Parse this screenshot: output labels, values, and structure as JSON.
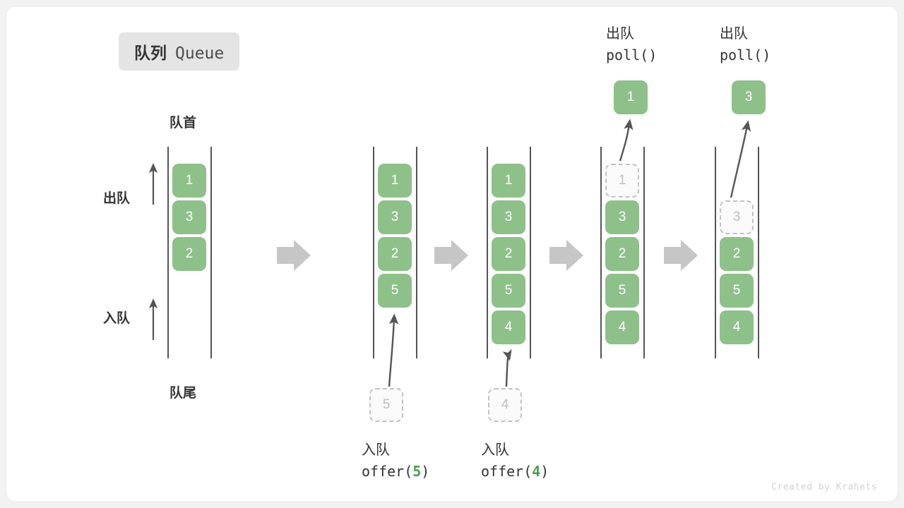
{
  "title": {
    "cn": "队列",
    "en": "Queue"
  },
  "labels": {
    "head": "队首",
    "tail": "队尾",
    "dequeue": "出队",
    "enqueue": "入队"
  },
  "colors": {
    "element_fill": "#8ec08a",
    "element_text": "#ffffff",
    "ghost_fill": "#fafafa",
    "ghost_border": "#c2c2c2",
    "ghost_text": "#bfbfbf",
    "rail": "#555555",
    "step_arrow": "#c6c6c6",
    "badge_bg": "#e4e4e4",
    "accent_number": "#4a9e50",
    "text": "#333333",
    "card_bg": "#ffffff",
    "page_bg": "#f2f2f2"
  },
  "columns": [
    {
      "id": "initial",
      "caption_cn": "",
      "caption_code": "",
      "cells": [
        {
          "value": "1",
          "state": "filled"
        },
        {
          "value": "3",
          "state": "filled"
        },
        {
          "value": "2",
          "state": "filled"
        }
      ],
      "popped": null,
      "incoming": null
    },
    {
      "id": "after-offer-5",
      "caption_cn": "入队",
      "caption_code": "offer(5)",
      "caption_arg": "5",
      "cells": [
        {
          "value": "1",
          "state": "filled"
        },
        {
          "value": "3",
          "state": "filled"
        },
        {
          "value": "2",
          "state": "filled"
        },
        {
          "value": "5",
          "state": "filled"
        }
      ],
      "popped": null,
      "incoming": {
        "value": "5"
      }
    },
    {
      "id": "after-offer-4",
      "caption_cn": "入队",
      "caption_code": "offer(4)",
      "caption_arg": "4",
      "cells": [
        {
          "value": "1",
          "state": "filled"
        },
        {
          "value": "3",
          "state": "filled"
        },
        {
          "value": "2",
          "state": "filled"
        },
        {
          "value": "5",
          "state": "filled"
        },
        {
          "value": "4",
          "state": "filled"
        }
      ],
      "popped": null,
      "incoming": {
        "value": "4"
      }
    },
    {
      "id": "after-poll-1",
      "top_cn": "出队",
      "top_code": "poll()",
      "cells": [
        {
          "value": "1",
          "state": "ghost"
        },
        {
          "value": "3",
          "state": "filled"
        },
        {
          "value": "2",
          "state": "filled"
        },
        {
          "value": "5",
          "state": "filled"
        },
        {
          "value": "4",
          "state": "filled"
        }
      ],
      "popped": {
        "value": "1"
      },
      "incoming": null
    },
    {
      "id": "after-poll-3",
      "top_cn": "出队",
      "top_code": "poll()",
      "cells": [
        {
          "value": "",
          "state": "empty"
        },
        {
          "value": "3",
          "state": "ghost"
        },
        {
          "value": "2",
          "state": "filled"
        },
        {
          "value": "5",
          "state": "filled"
        },
        {
          "value": "4",
          "state": "filled"
        }
      ],
      "popped": {
        "value": "3"
      },
      "incoming": null
    }
  ],
  "watermark": "Created by Krahets"
}
